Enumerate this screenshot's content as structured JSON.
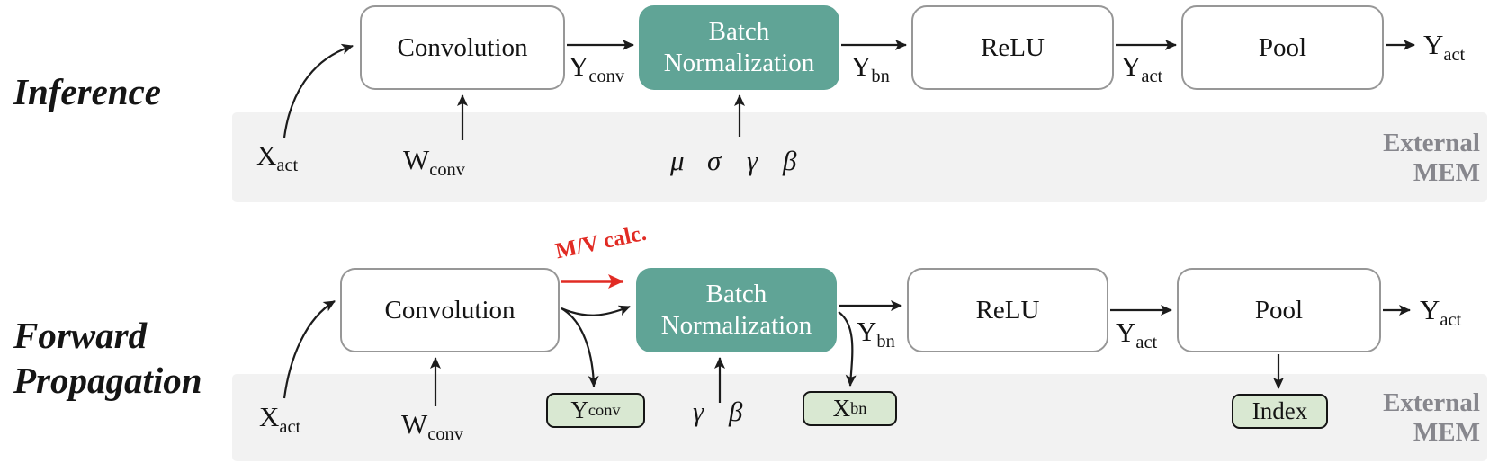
{
  "colors": {
    "ink": "#1c1c1c",
    "teal": "#60a496",
    "band": "#f2f2f2",
    "green": "#d9e8d2",
    "red": "#e12b24",
    "border": "#979797",
    "memtext": "#87878d"
  },
  "inference": {
    "title": "Inference",
    "blocks": {
      "conv": "Convolution",
      "bn_line1": "Batch",
      "bn_line2": "Normalization",
      "relu": "ReLU",
      "pool": "Pool"
    },
    "labels": {
      "x_act": {
        "main": "X",
        "sub": "act"
      },
      "w_conv": {
        "main": "W",
        "sub": "conv"
      },
      "y_conv": {
        "main": "Y",
        "sub": "conv"
      },
      "y_bn": {
        "main": "Y",
        "sub": "bn"
      },
      "y_act": {
        "main": "Y",
        "sub": "act"
      },
      "y_out": {
        "main": "Y",
        "sub": "act"
      },
      "mu": "μ",
      "sigma": "σ",
      "gamma": "γ",
      "beta": "β"
    },
    "mem": {
      "line1": "External",
      "line2": "MEM"
    }
  },
  "forward": {
    "title_line1": "Forward",
    "title_line2": "Propagation",
    "mv_note": "M/V calc.",
    "blocks": {
      "conv": "Convolution",
      "bn_line1": "Batch",
      "bn_line2": "Normalization",
      "relu": "ReLU",
      "pool": "Pool"
    },
    "labels": {
      "x_act": {
        "main": "X",
        "sub": "act"
      },
      "w_conv": {
        "main": "W",
        "sub": "conv"
      },
      "y_bn": {
        "main": "Y",
        "sub": "bn"
      },
      "y_act": {
        "main": "Y",
        "sub": "act"
      },
      "y_out": {
        "main": "Y",
        "sub": "act"
      },
      "gamma": "γ",
      "beta": "β"
    },
    "mem_boxes": {
      "y_conv": {
        "main": "Y",
        "sub": "conv"
      },
      "x_bn": {
        "main": "X",
        "sub": "bn"
      },
      "index": "Index"
    },
    "mem": {
      "line1": "External",
      "line2": "MEM"
    }
  }
}
